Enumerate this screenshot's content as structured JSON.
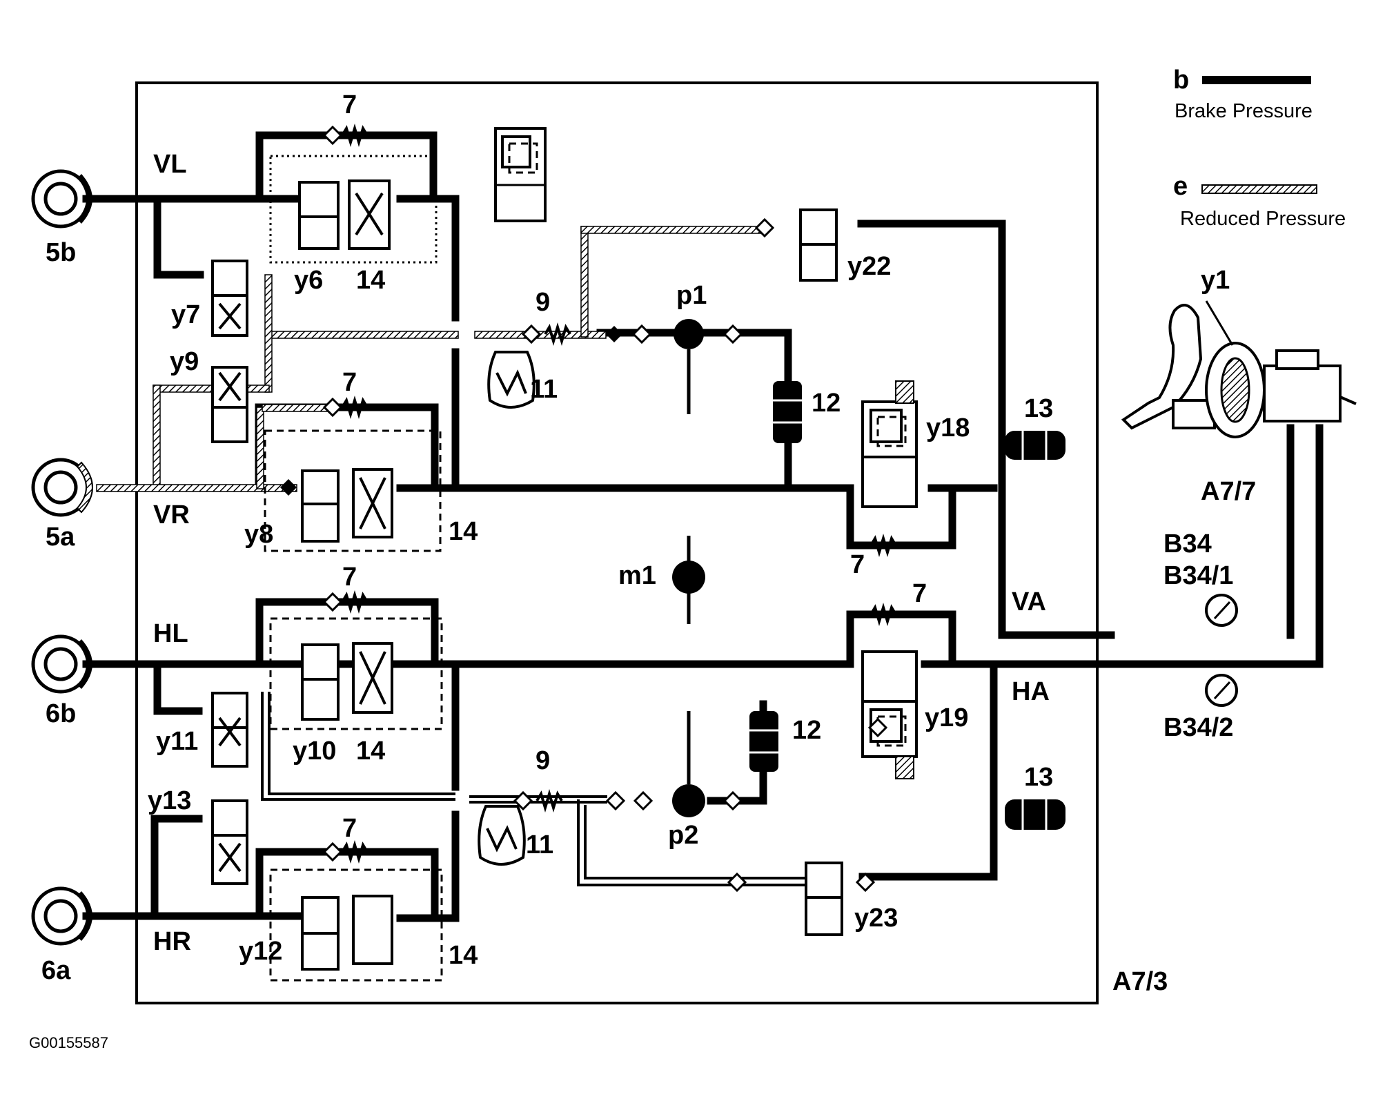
{
  "legend": {
    "brake_pressure": {
      "key": "b",
      "label": "Brake Pressure"
    },
    "reduced_pressure": {
      "key": "e",
      "label": "Reduced Pressure"
    }
  },
  "figure_id": "G00155587",
  "module_label": "A7/3",
  "wheels": {
    "w5b": "5b",
    "w5a": "5a",
    "w6b": "6b",
    "w6a": "6a"
  },
  "circuits": {
    "VL": "VL",
    "VR": "VR",
    "HL": "HL",
    "HR": "HR",
    "VA": "VA",
    "HA": "HA"
  },
  "valves": {
    "y6": "y6",
    "y7": "y7",
    "y8": "y8",
    "y9": "y9",
    "y10": "y10",
    "y11": "y11",
    "y12": "y12",
    "y13": "y13",
    "y18": "y18",
    "y19": "y19",
    "y22": "y22",
    "y23": "y23"
  },
  "components": {
    "c7": "7",
    "c9": "9",
    "c11": "11",
    "c12": "12",
    "c13": "13",
    "c14": "14",
    "p1": "p1",
    "p2": "p2",
    "m1": "m1",
    "y1": "y1",
    "a77": "A7/7",
    "b34": "B34",
    "b341": "B34/1",
    "b342": "B34/2"
  },
  "colors": {
    "line": "#000000",
    "background": "#ffffff"
  }
}
